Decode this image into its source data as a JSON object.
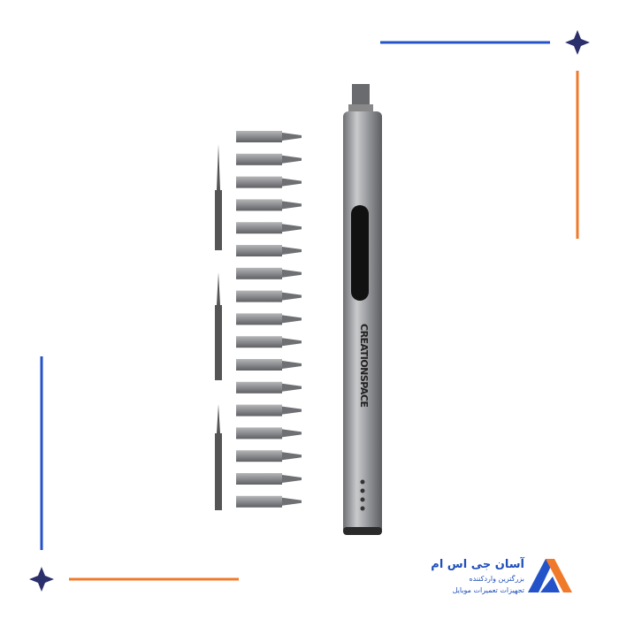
{
  "product": {
    "brand_text": "CREATIONSPACE",
    "bit_count": 17,
    "precision_bit_count": 3
  },
  "logo": {
    "title": "آسان جی اس ام",
    "line1": "بزرگترین واردکننده",
    "line2": "تجهیزات تعمیرات موبایل"
  },
  "colors": {
    "blue": "#2453c9",
    "orange": "#f07a2a",
    "navy": "#2b2f6b",
    "metal": "#8a8c90"
  }
}
